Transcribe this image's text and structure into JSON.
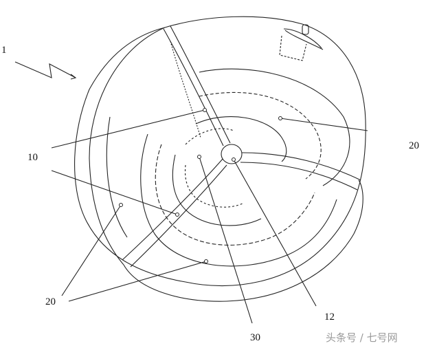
{
  "diagram": {
    "type": "patent-drawing",
    "subject": "ball / sphere with seam strips and concentric layers",
    "labels": {
      "ref_1": "1",
      "ref_10": "10",
      "ref_20_right": "20",
      "ref_20_left": "20",
      "ref_12": "12",
      "ref_30": "30"
    },
    "parts": [
      {
        "ref": "1",
        "description": "overall object (arrow pointer)"
      },
      {
        "ref": "10",
        "description": "seam strips"
      },
      {
        "ref": "12",
        "description": "central hub"
      },
      {
        "ref": "20",
        "description": "panels"
      },
      {
        "ref": "30",
        "description": "concentric inner layers"
      }
    ],
    "stroke_color": "#222222"
  },
  "watermark": {
    "text": "头条号 / 七号网",
    "color": "#9a9a9a"
  }
}
